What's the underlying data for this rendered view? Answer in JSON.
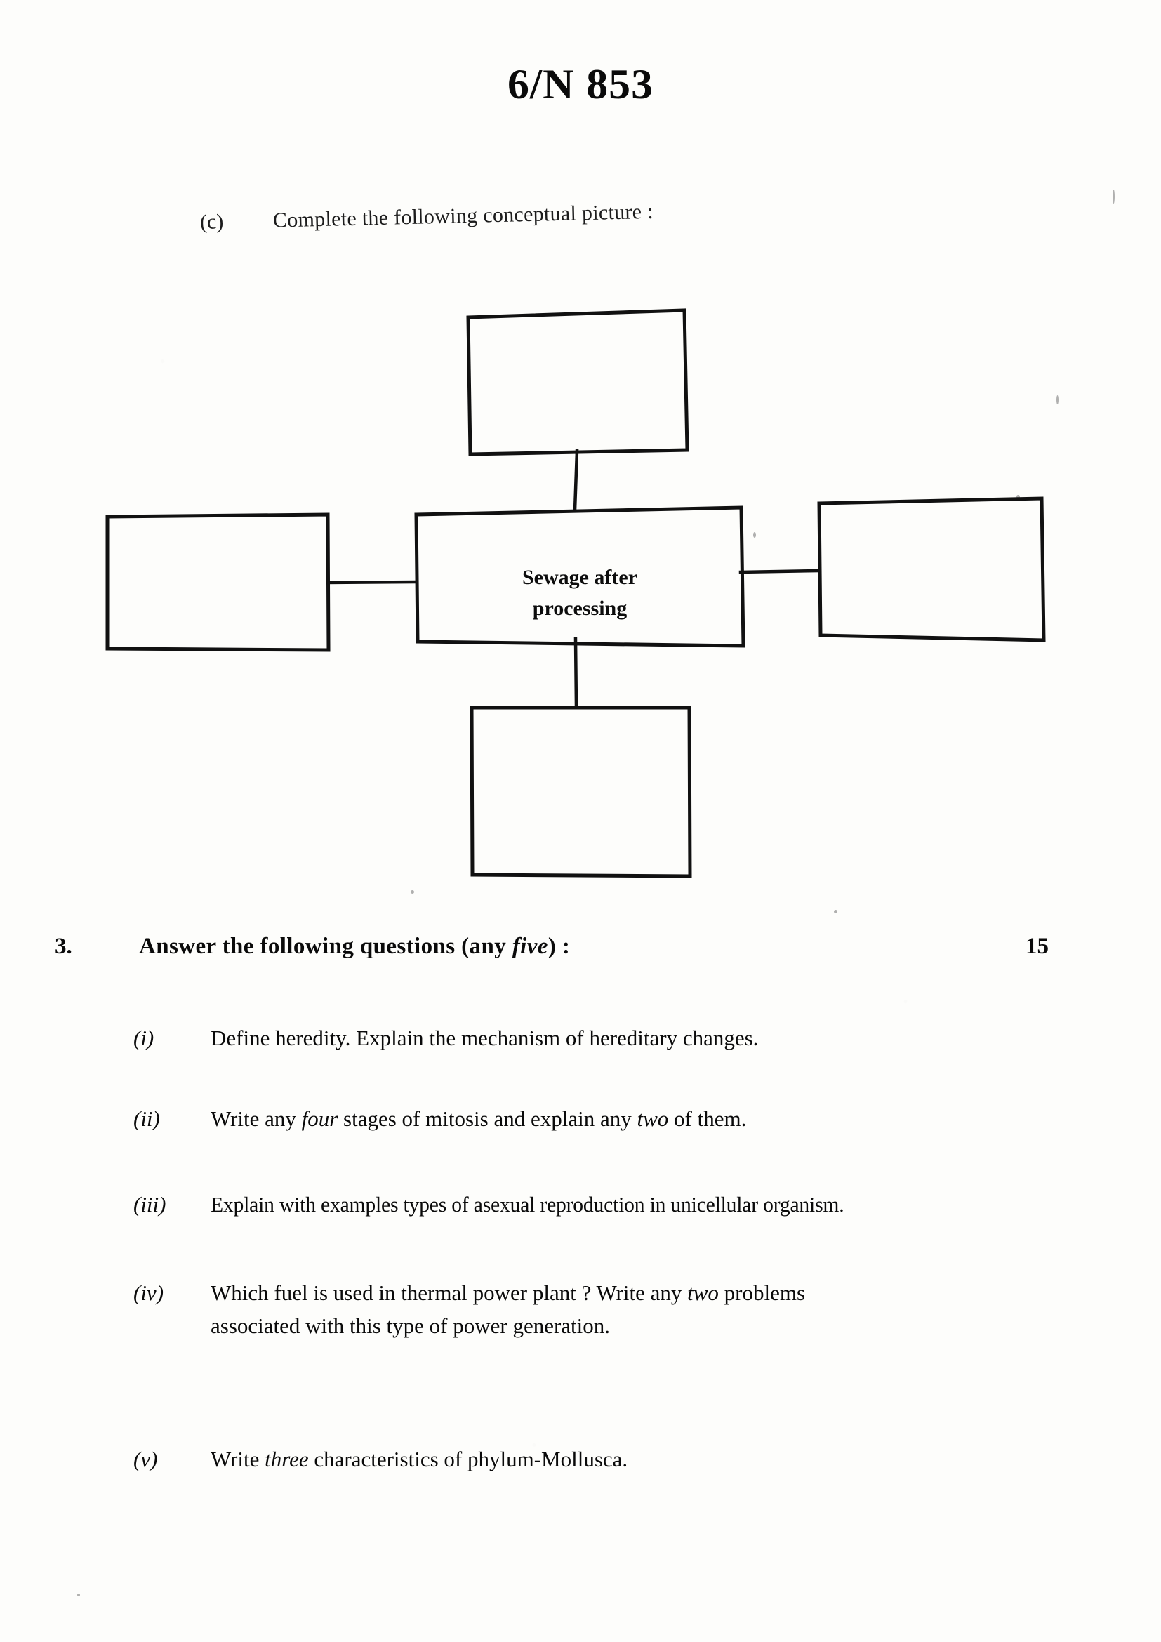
{
  "document": {
    "code": "6/N 853"
  },
  "question_c": {
    "marker": "(c)",
    "text": "Complete the following conceptual picture :"
  },
  "diagram": {
    "center_box": {
      "line1": "Sewage after",
      "line2": "processing"
    },
    "top_box": "",
    "left_box": "",
    "right_box": "",
    "bottom_box": ""
  },
  "question_3": {
    "number": "3.",
    "prompt_before": "Answer the following questions (any ",
    "prompt_italic": "five",
    "prompt_after": ") :",
    "marks": "15",
    "items": [
      {
        "label": "(i)",
        "lines": [
          [
            {
              "t": "Define heredity. Explain the mechanism of hereditary changes.",
              "i": false
            }
          ]
        ]
      },
      {
        "label": "(ii)",
        "lines": [
          [
            {
              "t": "Write any ",
              "i": false
            },
            {
              "t": "four",
              "i": true
            },
            {
              "t": " stages of mitosis and explain any ",
              "i": false
            },
            {
              "t": "two",
              "i": true
            },
            {
              "t": " of them.",
              "i": false
            }
          ]
        ]
      },
      {
        "label": "(iii)",
        "lines": [
          [
            {
              "t": "Explain with examples types of asexual reproduction in unicellular organism.",
              "i": false
            }
          ]
        ]
      },
      {
        "label": "(iv)",
        "lines": [
          [
            {
              "t": "Which fuel is used in thermal power plant ? Write any ",
              "i": false
            },
            {
              "t": "two",
              "i": true
            },
            {
              "t": " problems",
              "i": false
            }
          ],
          [
            {
              "t": "associated with this type of power generation.",
              "i": false
            }
          ]
        ]
      },
      {
        "label": "(v)",
        "lines": [
          [
            {
              "t": "Write ",
              "i": false
            },
            {
              "t": "three",
              "i": true
            },
            {
              "t": " characteristics of phylum-Mollusca.",
              "i": false
            }
          ]
        ]
      }
    ]
  }
}
